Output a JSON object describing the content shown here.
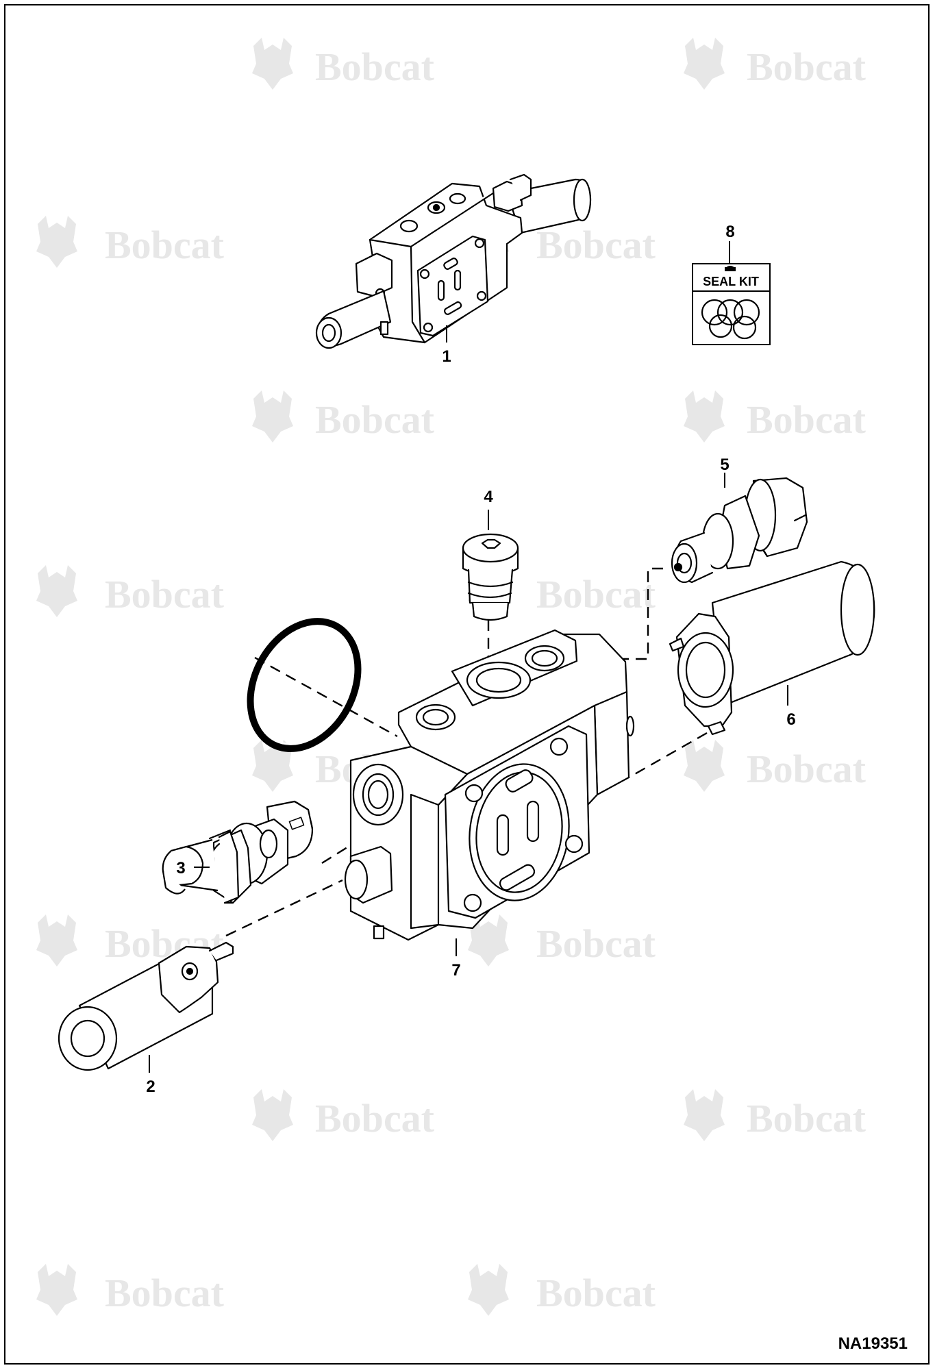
{
  "watermark": {
    "text": "Bobcat",
    "registered": "®"
  },
  "callouts": [
    {
      "id": "1",
      "label": "1"
    },
    {
      "id": "2",
      "label": "2"
    },
    {
      "id": "3",
      "label": "3"
    },
    {
      "id": "4",
      "label": "4"
    },
    {
      "id": "5",
      "label": "5"
    },
    {
      "id": "6",
      "label": "6"
    },
    {
      "id": "7",
      "label": "7"
    },
    {
      "id": "8",
      "label": "8"
    }
  ],
  "seal_kit": {
    "label": "SEAL KIT"
  },
  "drawing_code": "NA19351"
}
